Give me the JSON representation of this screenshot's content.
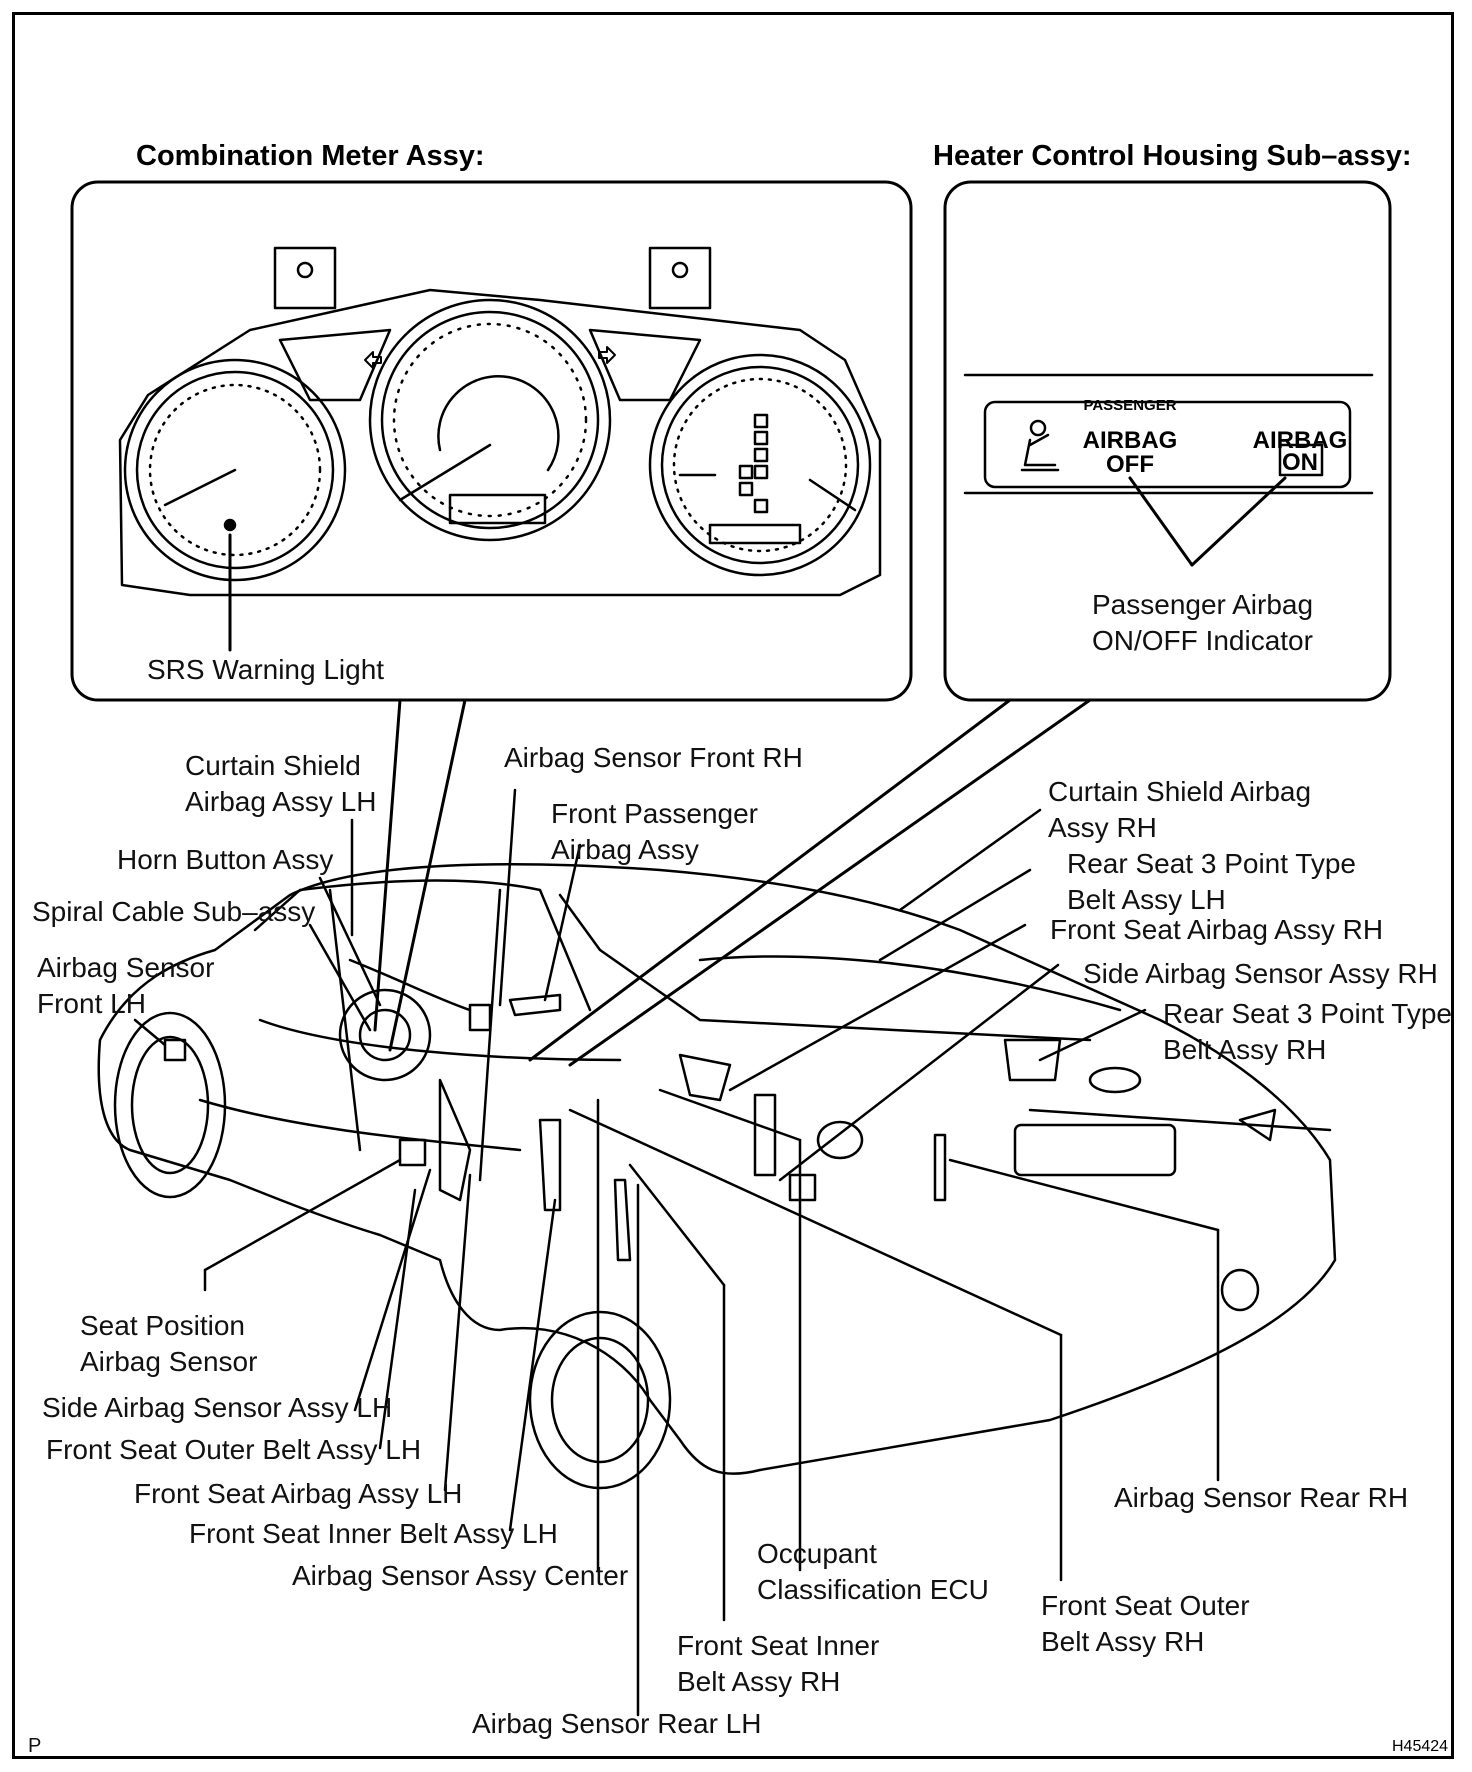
{
  "headers": {
    "meter": "Combination Meter Assy:",
    "heater": "Heater Control Housing Sub–assy:"
  },
  "inset": {
    "srs_warning_light": "SRS Warning Light",
    "passenger_indicator_line1": "Passenger Airbag",
    "passenger_indicator_line2": "ON/OFF Indicator",
    "panel_passenger": "PASSENGER",
    "panel_airbag": "AIRBAG",
    "panel_off": "OFF",
    "panel_on": "ON"
  },
  "labels": {
    "curtain_lh_1": "Curtain Shield",
    "curtain_lh_2": "Airbag Assy LH",
    "horn": "Horn Button Assy",
    "spiral": "Spiral Cable Sub–assy",
    "sensor_front_lh_1": "Airbag Sensor",
    "sensor_front_lh_2": "Front LH",
    "sensor_front_rh": "Airbag Sensor Front RH",
    "front_pass_1": "Front Passenger",
    "front_pass_2": "Airbag Assy",
    "curtain_rh_1": "Curtain Shield Airbag",
    "curtain_rh_2": "Assy RH",
    "rear3pt_lh_1": "Rear Seat 3 Point Type",
    "rear3pt_lh_2": "Belt Assy LH",
    "front_seat_airbag_rh": "Front Seat Airbag Assy RH",
    "side_sensor_rh": "Side Airbag Sensor Assy RH",
    "rear3pt_rh_1": "Rear Seat 3 Point Type",
    "rear3pt_rh_2": "Belt Assy RH",
    "seat_pos_1": "Seat Position",
    "seat_pos_2": "Airbag Sensor",
    "side_sensor_lh": "Side Airbag Sensor Assy LH",
    "front_outer_lh": "Front Seat Outer Belt Assy LH",
    "front_seat_airbag_lh": "Front Seat Airbag Assy LH",
    "front_inner_lh": "Front Seat Inner Belt Assy LH",
    "sensor_center": "Airbag Sensor Assy Center",
    "occupant_1": "Occupant",
    "occupant_2": "Classification ECU",
    "front_inner_rh_1": "Front Seat Inner",
    "front_inner_rh_2": "Belt Assy RH",
    "sensor_rear_lh": "Airbag Sensor Rear LH",
    "front_outer_rh_1": "Front Seat Outer",
    "front_outer_rh_2": "Belt Assy RH",
    "sensor_rear_rh": "Airbag Sensor Rear RH"
  },
  "footer": {
    "left_mark": "P",
    "figure_code": "H45424"
  }
}
